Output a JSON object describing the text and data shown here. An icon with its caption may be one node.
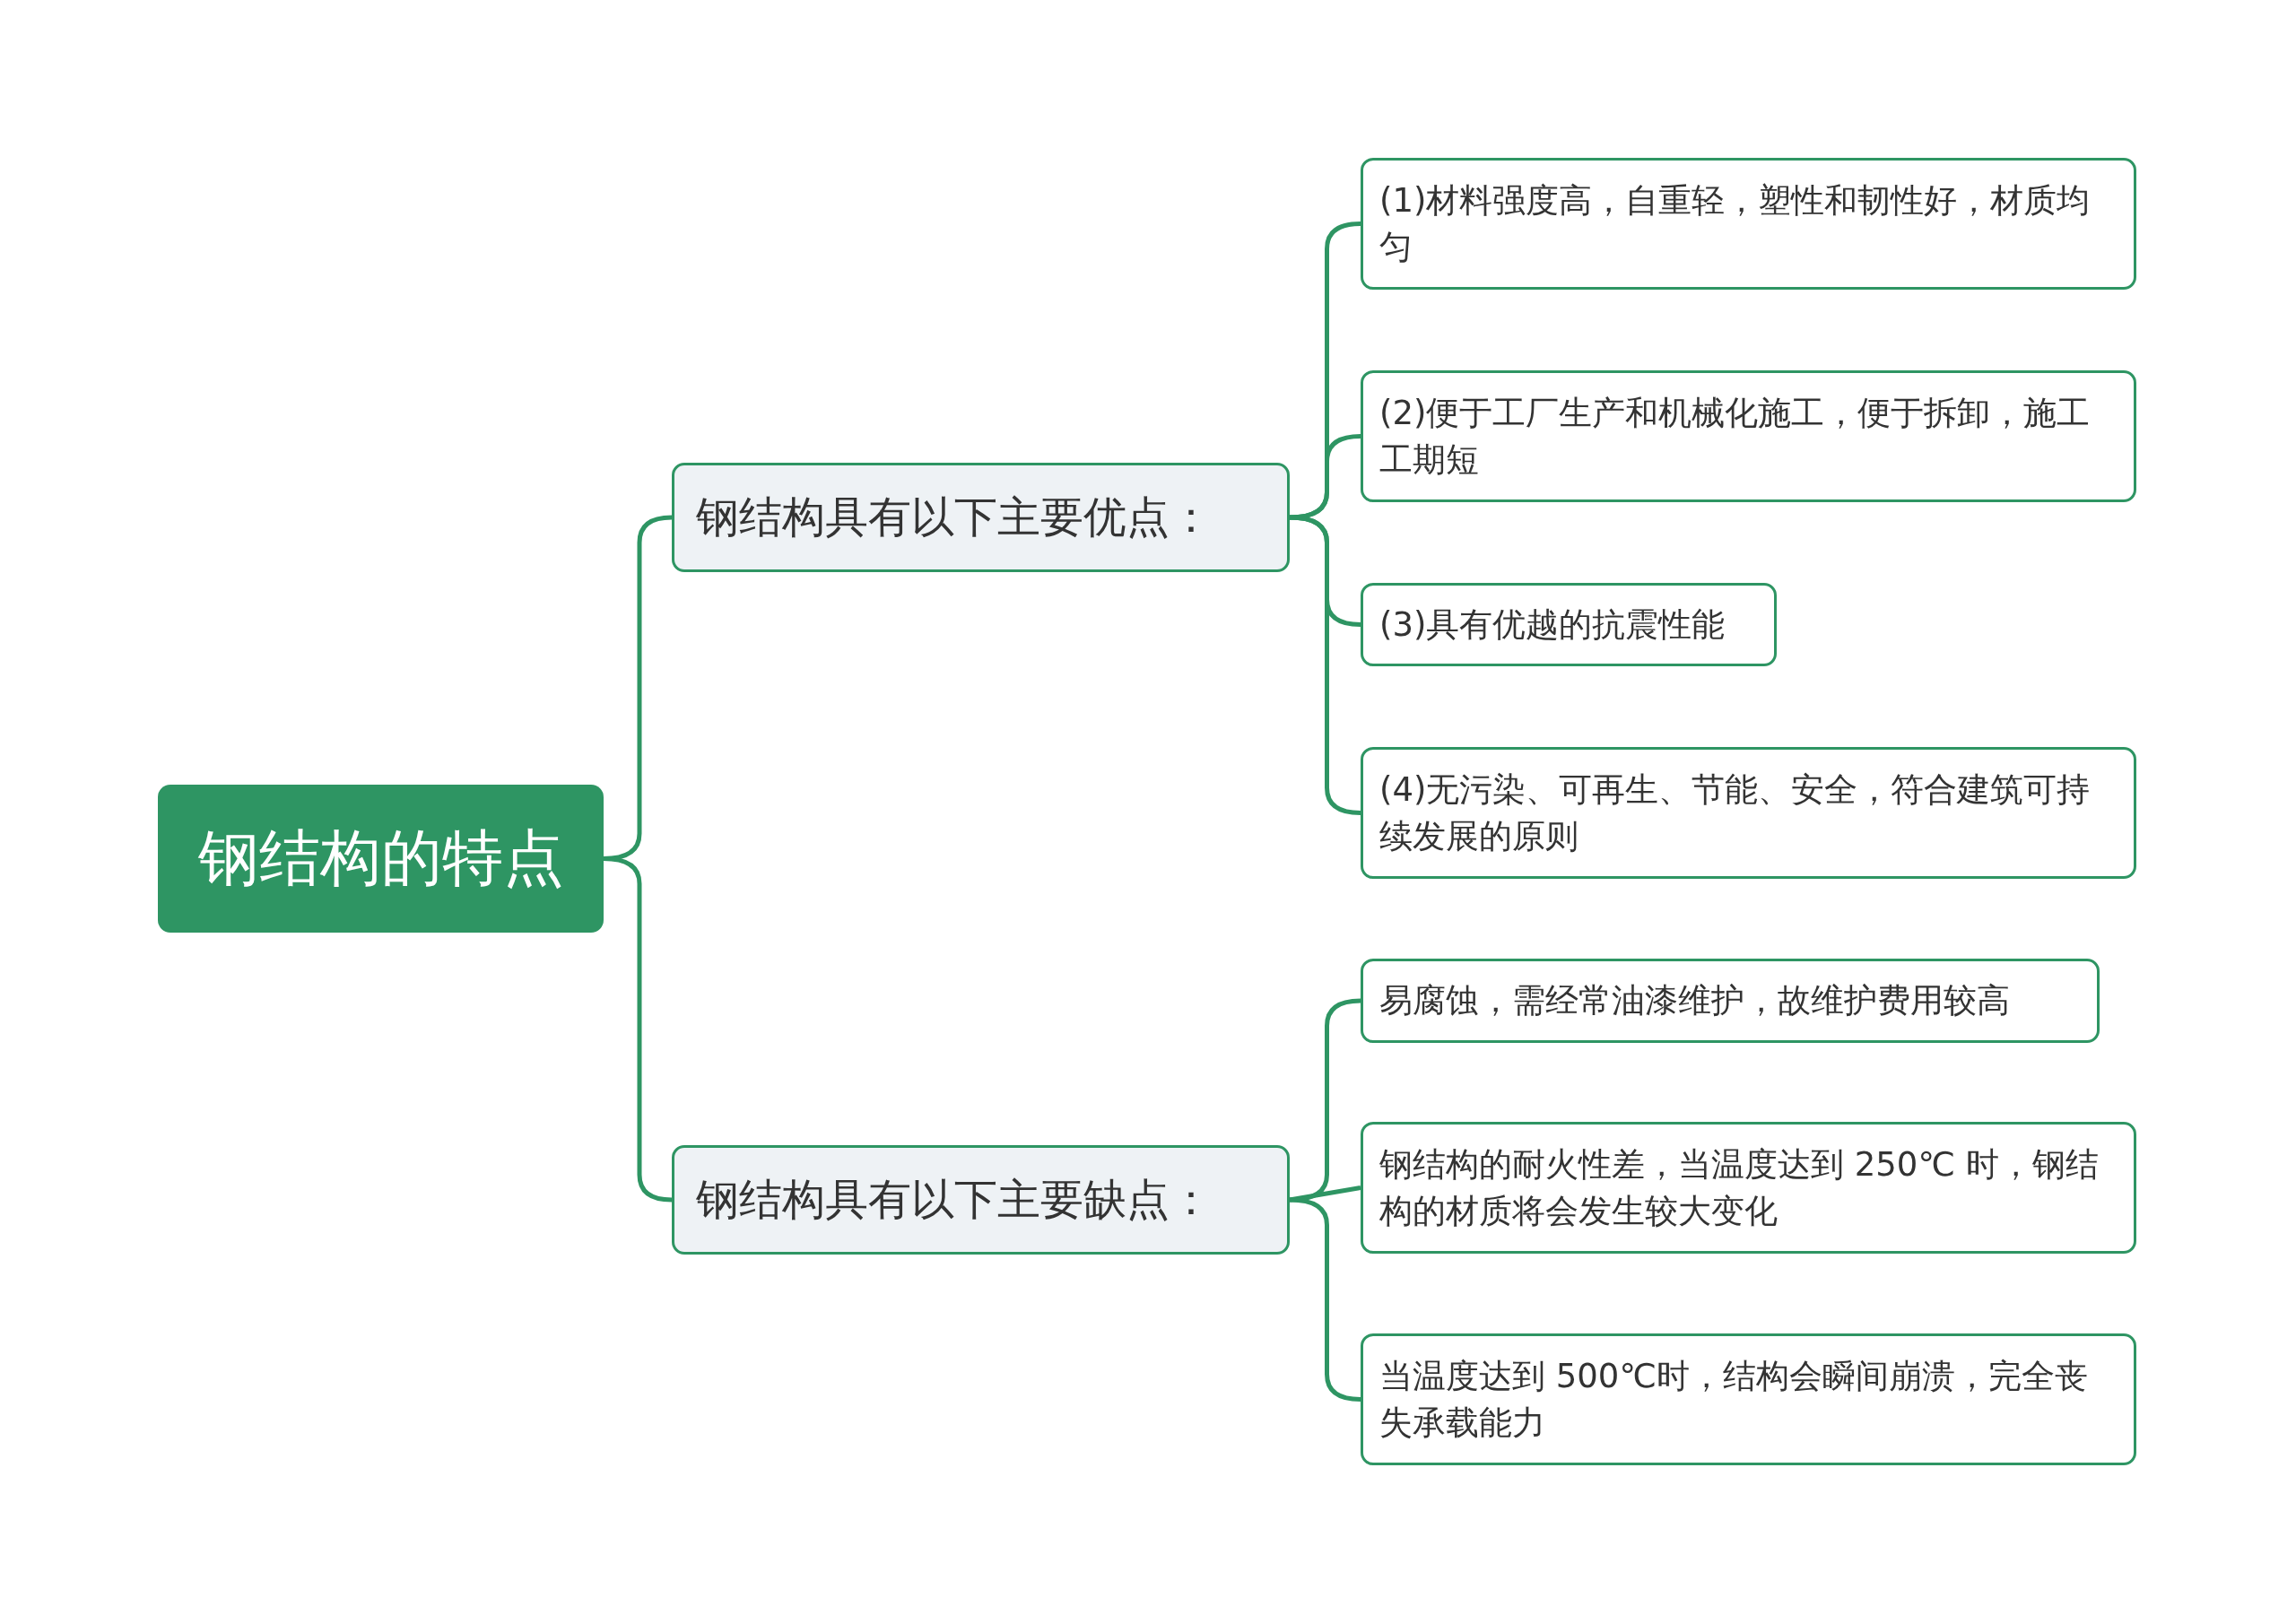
{
  "diagram": {
    "nodes": [
      {
        "text": [
          "钢结构的特点"
        ]
      },
      {
        "text": [
          "钢结构具有以下主要优点："
        ]
      },
      {
        "text": [
          "钢结构具有以下主要缺点："
        ]
      },
      {
        "text": [
          "(1)材料强度高，自重轻，塑性和韧性好，材质均匀"
        ]
      },
      {
        "text": [
          "(2)便于工厂生产和机械化施工，便于拆卸，施工工期短"
        ]
      },
      {
        "text": [
          "(3)具有优越的抗震性能"
        ]
      },
      {
        "text": [
          "(4)无污染、可再生、节能、安全，符合建筑可持续发展的原则"
        ]
      },
      {
        "text": [
          "易腐蚀，需经常油漆维护，故维护费用较高"
        ]
      },
      {
        "text": [
          "钢结构的耐火性差，当温度达到 250℃ 时，钢结构的材质将会发生较大变化"
        ]
      },
      {
        "text": [
          "当温度达到 500℃时，结构会瞬间崩溃，完全丧失承载能力"
        ]
      }
    ],
    "edges": [
      {
        "from": 0,
        "to": 1,
        "arrow": "none"
      },
      {
        "from": 0,
        "to": 2,
        "arrow": "none"
      },
      {
        "from": 1,
        "to": 3,
        "arrow": "none"
      },
      {
        "from": 1,
        "to": 4,
        "arrow": "none"
      },
      {
        "from": 1,
        "to": 5,
        "arrow": "none"
      },
      {
        "from": 1,
        "to": 6,
        "arrow": "none"
      },
      {
        "from": 2,
        "to": 7,
        "arrow": "none"
      },
      {
        "from": 2,
        "to": 8,
        "arrow": "none"
      },
      {
        "from": 2,
        "to": 9,
        "arrow": "none"
      }
    ]
  }
}
